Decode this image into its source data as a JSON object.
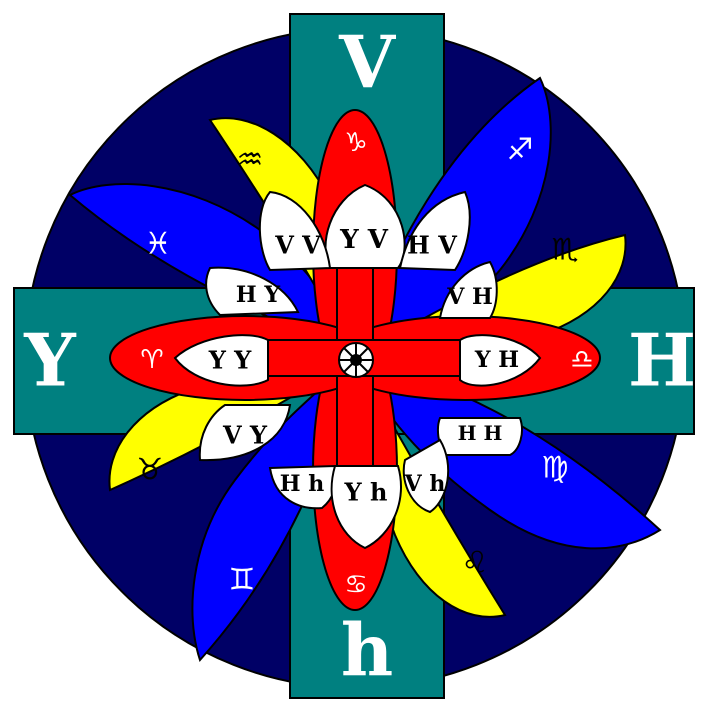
{
  "colors": {
    "disc": "#000066",
    "band": "#008080",
    "petal_blue": "#0000ff",
    "petal_yellow": "#ffff00",
    "petal_red": "#ff0000",
    "leaf": "#ffffff",
    "outline": "#000000"
  },
  "cardinals": {
    "top": "V",
    "bottom": "h",
    "left": "Y",
    "right": "H"
  },
  "zodiac": {
    "capricorn": "♑",
    "sagittarius": "♐",
    "scorpio": "♏",
    "libra": "♎",
    "virgo": "♍",
    "leo": "♌",
    "cancer": "♋",
    "gemini": "♊",
    "taurus": "♉",
    "aries": "♈",
    "pisces": "♓",
    "aquarius": "♒"
  },
  "pairs": {
    "top_center": "Y V",
    "top_left": "V V",
    "top_right": "H V",
    "upper_left": "H Y",
    "upper_right": "V H",
    "left": "Y Y",
    "right": "Y H",
    "lower_left": "V Y",
    "lower_right": "H H",
    "bottom_left": "H h",
    "bottom_center": "Y h",
    "bottom_right": "V h"
  },
  "center_icon": "wheel-icon"
}
